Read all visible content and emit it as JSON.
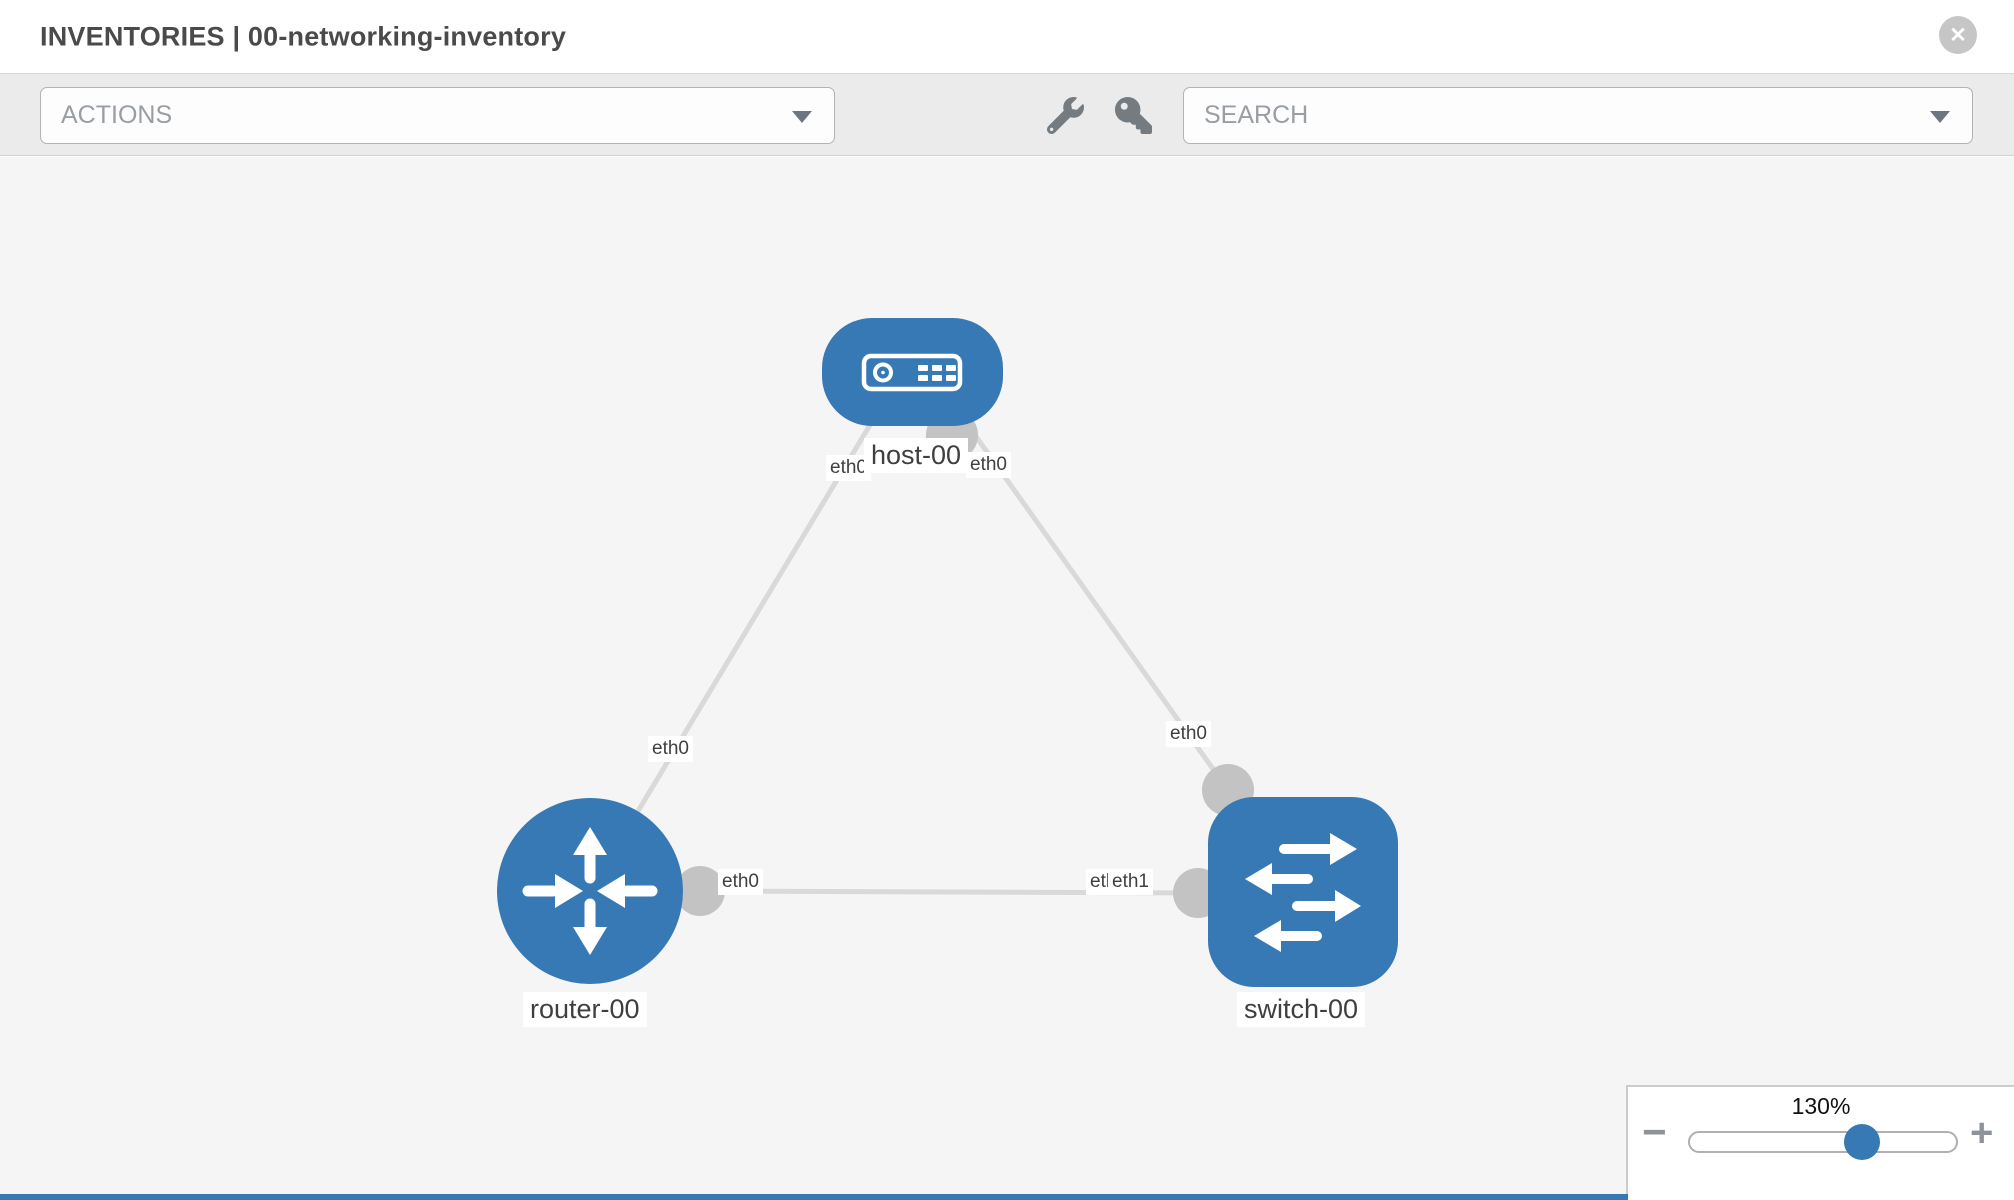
{
  "header": {
    "title": "INVENTORIES | 00-networking-inventory"
  },
  "toolbar": {
    "actions_placeholder": "ACTIONS",
    "search_placeholder": "SEARCH"
  },
  "icons": {
    "close": "✕",
    "zoom_minus": "−",
    "zoom_plus": "+"
  },
  "topology": {
    "nodes": [
      {
        "id": "host-00",
        "type": "host"
      },
      {
        "id": "router-00",
        "type": "router"
      },
      {
        "id": "switch-00",
        "type": "switch"
      }
    ],
    "links": [
      {
        "from": "router-00",
        "to": "host-00",
        "from_interface": "eth0",
        "to_interface": "eth0"
      },
      {
        "from": "host-00",
        "to": "switch-00",
        "from_interface": "eth0",
        "to_interface": "eth0"
      },
      {
        "from": "router-00",
        "to": "switch-00",
        "from_interface": "eth0",
        "to_interface": "eth1"
      }
    ],
    "labels": {
      "host": "host-00",
      "router": "router-00",
      "switch": "switch-00",
      "host_if_left": "eth0",
      "host_if_right": "eth0",
      "router_host_if": "eth0",
      "host_switch_if": "eth0",
      "router_switch_if_left": "eth0",
      "router_switch_if_right_back": "eth0",
      "router_switch_if_right_front": "eth1"
    }
  },
  "zoom_control": {
    "level": "130%"
  },
  "colors": {
    "node_blue": "#3779b5",
    "canvas_bg": "#f5f5f5",
    "edge_gray": "#d9d9d9",
    "interface_gray": "#c3c3c3"
  }
}
